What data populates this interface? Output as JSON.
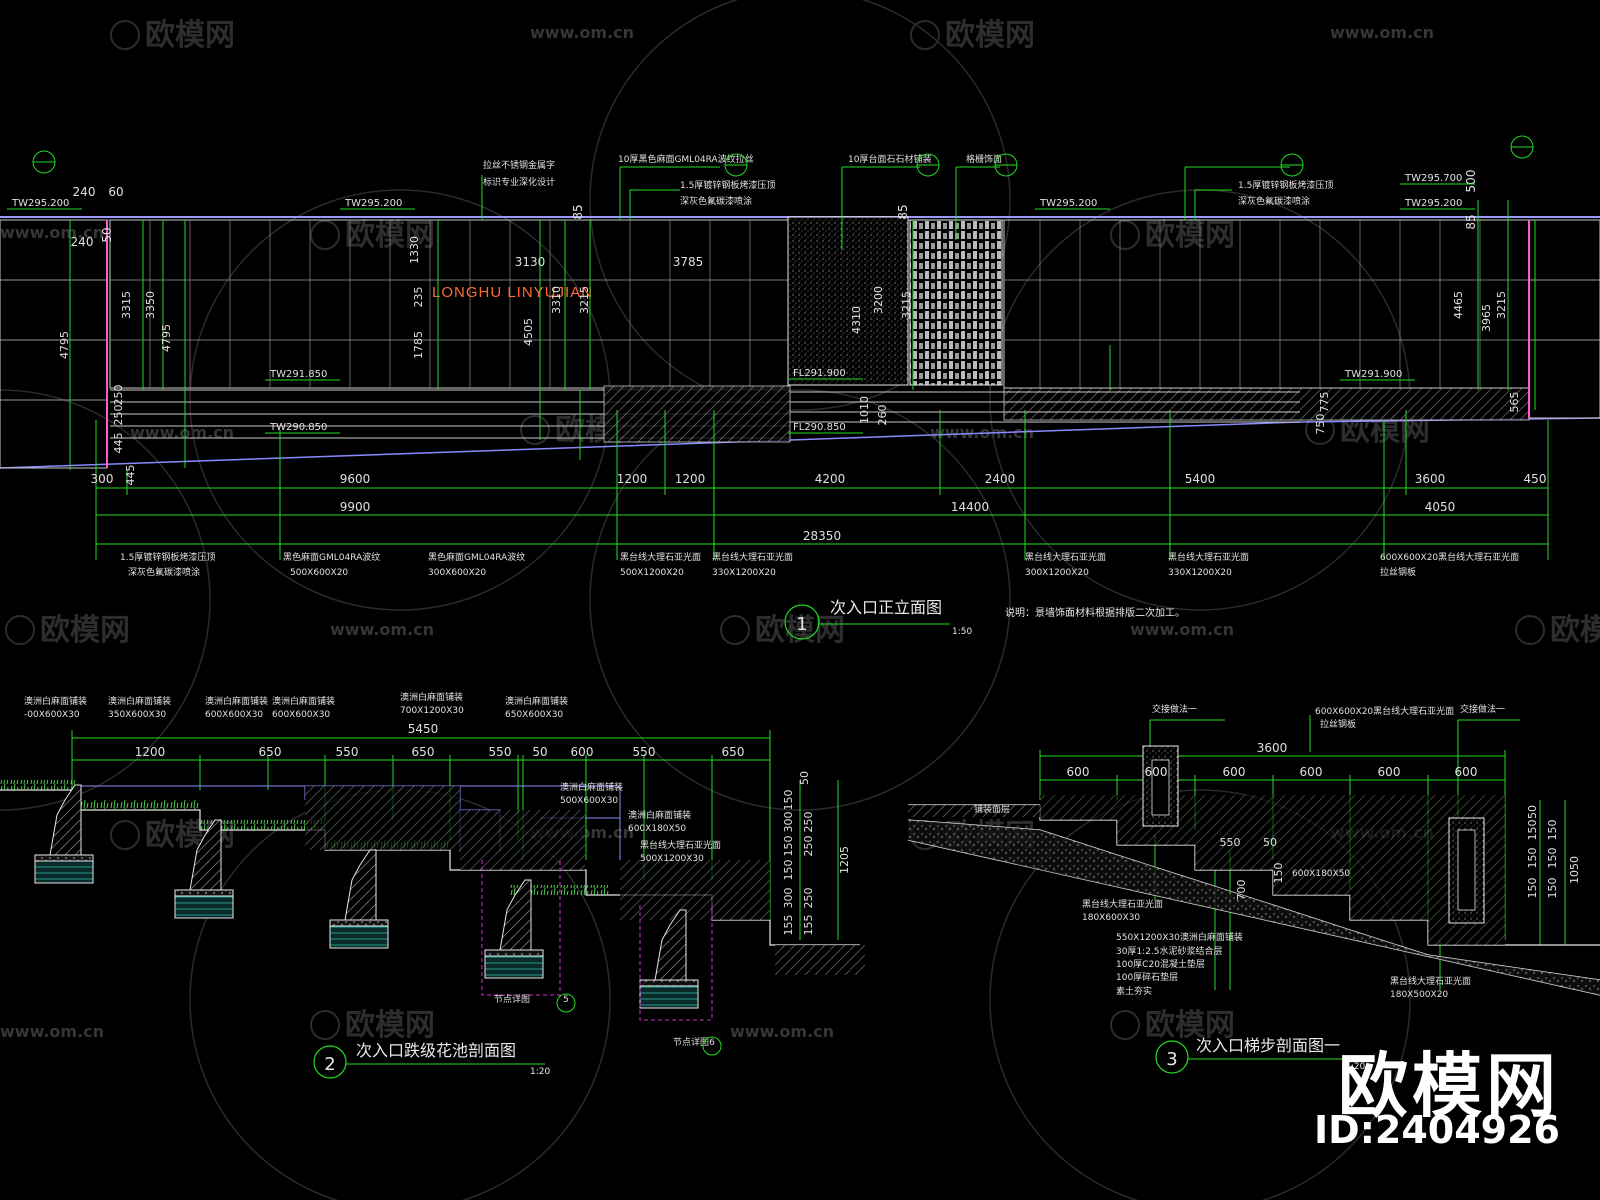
{
  "watermark": {
    "logo_text": "欧模网",
    "url_text": "www.om.cn"
  },
  "brand": {
    "name": "欧模网",
    "id": "ID:2404926"
  },
  "colors": {
    "background": "#000000",
    "dimension": "#22dd22",
    "outline": "#e8e8e8",
    "wall": "#c8c8c8",
    "slab": "#8a8aff",
    "accent": "#ff6a3a",
    "label": "#e0e0e0",
    "magenta": "#cc33cc"
  },
  "elevation": {
    "title": "次入口正立面图",
    "scale": "1:50",
    "circle_number": "1",
    "note": "说明：景墙饰面材料根据排版二次加工。",
    "sign_text": "LONGHU LINYUJIAN",
    "levels": [
      "TW295.200",
      "TW295.200",
      "TW295.200",
      "TW295.700",
      "TW295.200",
      "TW291.850",
      "TW290.850",
      "FL291.900",
      "FL290.850",
      "TW291.900"
    ],
    "callouts": [
      "10厚黑色麻面GML04RA波纹拉丝",
      "1.5厚镀锌钢板烤漆压顶",
      "深灰色氟碳漆喷涂",
      "10厚台面石石材铺装",
      "格栅饰面",
      "拉丝不锈钢金属字",
      "标识专业深化设计",
      "1.5厚镀锌钢板烤漆压顶",
      "深灰色氟碳漆喷涂"
    ],
    "materials_bottom": [
      "1.5厚镀锌钢板烤漆压顶",
      "深灰色氟碳漆喷涂",
      "黑色麻面GML04RA波纹",
      "500X600X20",
      "黑色麻面GML04RA波纹",
      "300X600X20",
      "黑台线大理石亚光面",
      "500X1200X20",
      "黑台线大理石亚光面",
      "330X1200X20",
      "黑台线大理石亚光面",
      "300X1200X20",
      "黑台线大理石亚光面",
      "330X1200X20",
      "600X600X20黑台线大理石亚光面",
      "拉丝钢板"
    ],
    "dims_bottom_row1": [
      "300",
      "9600",
      "1200",
      "1200",
      "4200",
      "2400",
      "5400",
      "3600",
      "450"
    ],
    "dims_bottom_row2": [
      "9900",
      "14400",
      "4050"
    ],
    "dims_total": "28350",
    "dims_top": [
      "240",
      "60",
      "240",
      "50",
      "3130",
      "3785",
      "85",
      "85",
      "500",
      "85"
    ],
    "dims_vertical": [
      "4795",
      "3315",
      "3350",
      "4795",
      "1330",
      "235",
      "1785",
      "4505",
      "3310",
      "3215",
      "3200",
      "4310",
      "3215",
      "4465",
      "3965",
      "3215",
      "250",
      "250",
      "445",
      "445",
      "1010",
      "260",
      "775",
      "750",
      "565"
    ]
  },
  "section2": {
    "title": "次入口跌级花池剖面图",
    "scale": "1:20",
    "circle_number": "2",
    "dims_top": [
      "5450",
      "1200",
      "650",
      "550",
      "650",
      "550",
      "50",
      "600",
      "550",
      "650"
    ],
    "dims_right": [
      "50",
      "150",
      "300",
      "250",
      "150",
      "250",
      "150",
      "300",
      "250",
      "155",
      "155",
      "1205"
    ],
    "labels": [
      "澳洲白麻面铺装",
      "-00X600X30",
      "澳洲白麻面铺装",
      "350X600X30",
      "澳洲白麻面铺装",
      "600X600X30",
      "澳洲白麻面铺装",
      "600X600X30",
      "澳洲白麻面铺装",
      "700X1200X30",
      "澳洲白麻面铺装",
      "650X600X30",
      "澳洲白麻面铺装",
      "500X600X30",
      "澳洲白麻面铺装",
      "600X180X50",
      "黑台线大理石亚光面",
      "500X1200X30",
      "节点详图",
      "节点详图"
    ],
    "detail_refs": [
      "5",
      "6"
    ]
  },
  "section3": {
    "title": "次入口梯步剖面图一",
    "scale": "1:20",
    "circle_number": "3",
    "dims_top": [
      "3600",
      "600",
      "600",
      "600",
      "600",
      "600",
      "600"
    ],
    "dims_mid": [
      "550",
      "50",
      "150",
      "700"
    ],
    "dims_right": [
      "50",
      "150",
      "150",
      "150",
      "150",
      "150",
      "150",
      "1050"
    ],
    "labels": [
      "600X600X20黑台线大理石亚光面",
      "拉丝钢板",
      "交接做法一",
      "交接做法一",
      "铺装面层",
      "黑台线大理石亚光面",
      "180X600X30",
      "550X1200X30澳洲白麻面铺装",
      "30厚1:2.5水泥砂浆结合层",
      "100厚C20混凝土垫层",
      "100厚碎石垫层",
      "素土夯实",
      "600X180X50",
      "黑台线大理石亚光面",
      "180X500X20"
    ]
  }
}
